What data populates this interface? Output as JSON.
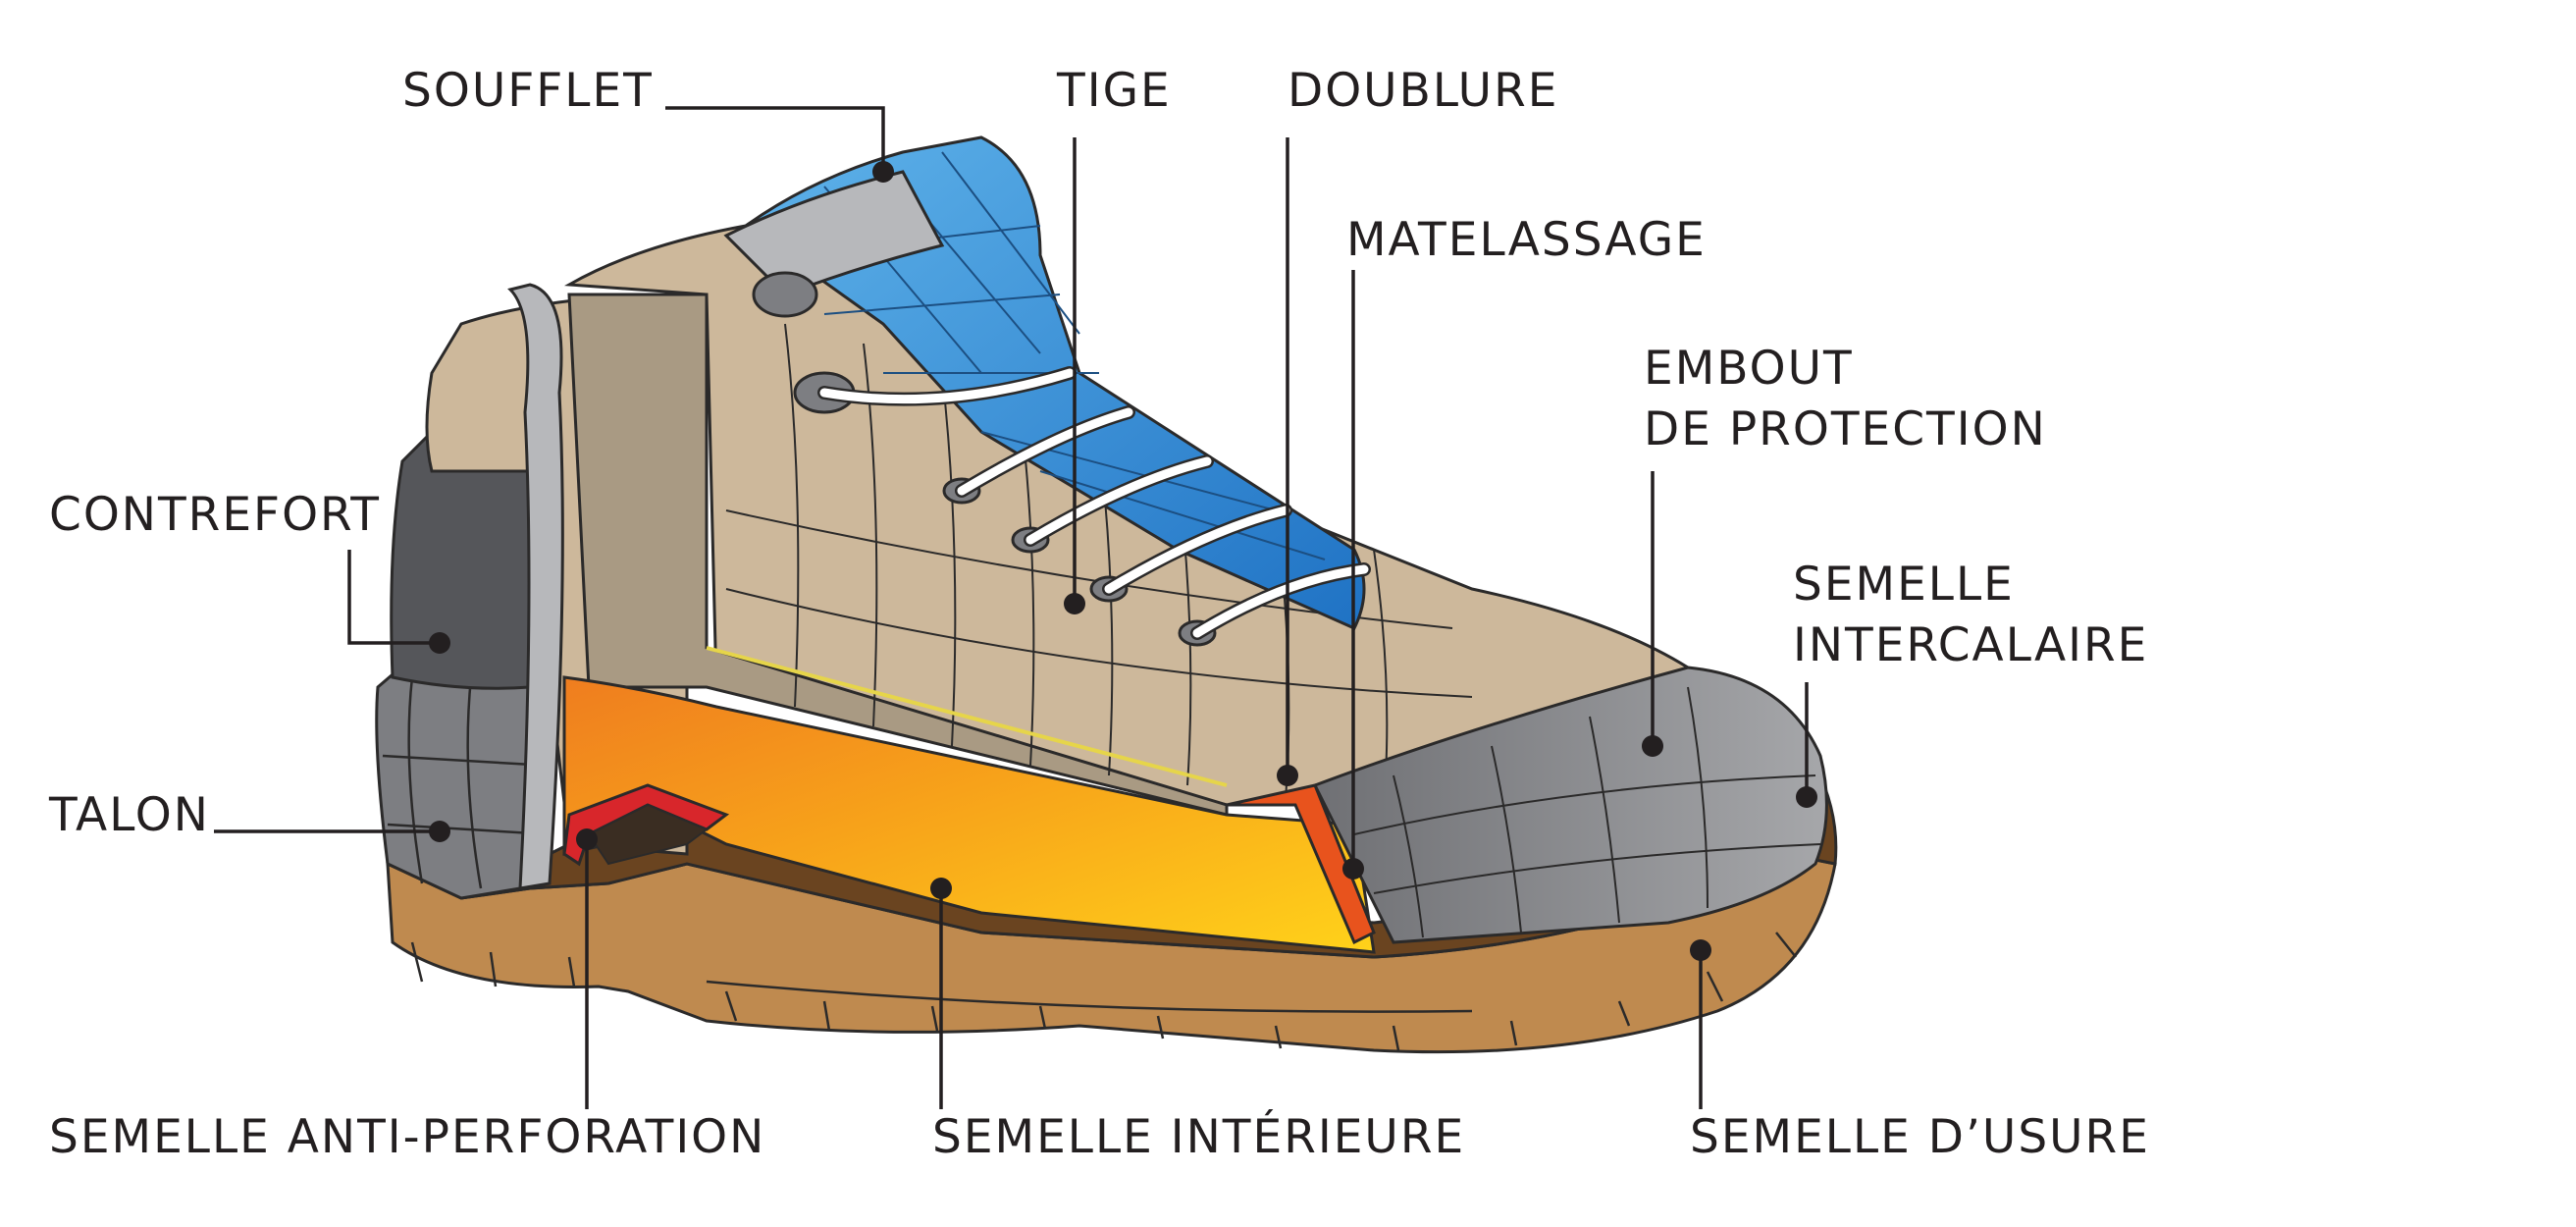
{
  "labels": {
    "soufflet": "SOUFFLET",
    "tige": "TIGE",
    "doublure": "DOUBLURE",
    "matelassage": "MATELASSAGE",
    "embout_line1": "EMBOUT",
    "embout_line2": "DE PROTECTION",
    "contrefort": "CONTREFORT",
    "semelle_intercalaire_line1": "SEMELLE",
    "semelle_intercalaire_line2": "INTERCALAIRE",
    "talon": "TALON",
    "semelle_anti_perforation": "SEMELLE ANTI-PERFORATION",
    "semelle_interieure": "SEMELLE INTÉRIEURE",
    "semelle_usure": "SEMELLE D’USURE"
  },
  "colors": {
    "outline": "#2b2a2a",
    "upper_tan": "#cdb89b",
    "upper_shadow": "#a99a83",
    "tongue_blue": "#2f8fd6",
    "tongue_light": "#5fb3ea",
    "toe_gray": "#8e8f93",
    "heel_gray": "#7d7e82",
    "counter_dark": "#55565a",
    "insole_yellow": "#f7b21a",
    "insole_orange": "#ef7d1f",
    "plate_red": "#d8262b",
    "lining_orange": "#e8531d",
    "midsole_brown": "#6a4420",
    "outsole_tan": "#bf8a4f",
    "leader": "#231f20"
  }
}
